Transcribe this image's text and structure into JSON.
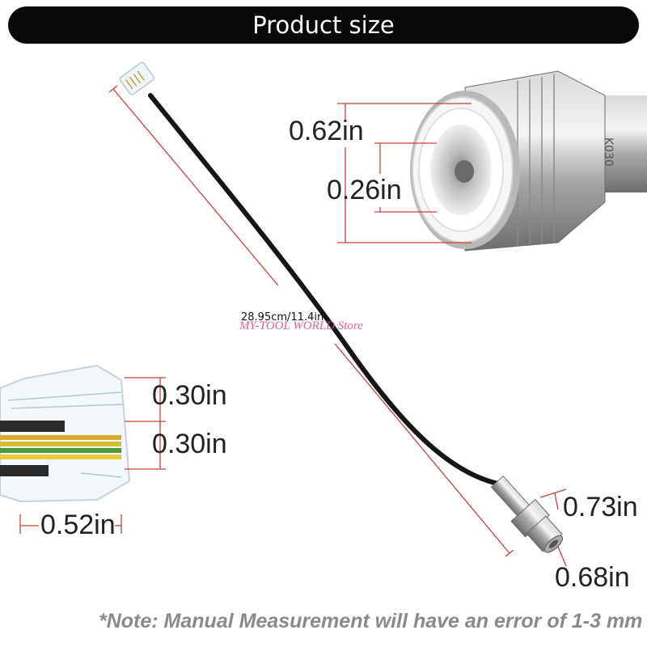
{
  "header": {
    "title": "Product size"
  },
  "dimensions": {
    "outer_diameter": "0.62in",
    "inner_diameter": "0.26in",
    "cable_length": "28.95cm/11.4in",
    "plug_height_top": "0.30in",
    "plug_height_bottom": "0.30in",
    "plug_width": "0.52in",
    "fitting_top": "0.73in",
    "fitting_bottom": "0.68in"
  },
  "watermark": "MY-TOOL WORLD Store",
  "note": "*Note: Manual Measurement will have an error of 1-3 mm",
  "colors": {
    "dimension_line": "#c9403a",
    "header_bg": "#0a0a0a"
  }
}
